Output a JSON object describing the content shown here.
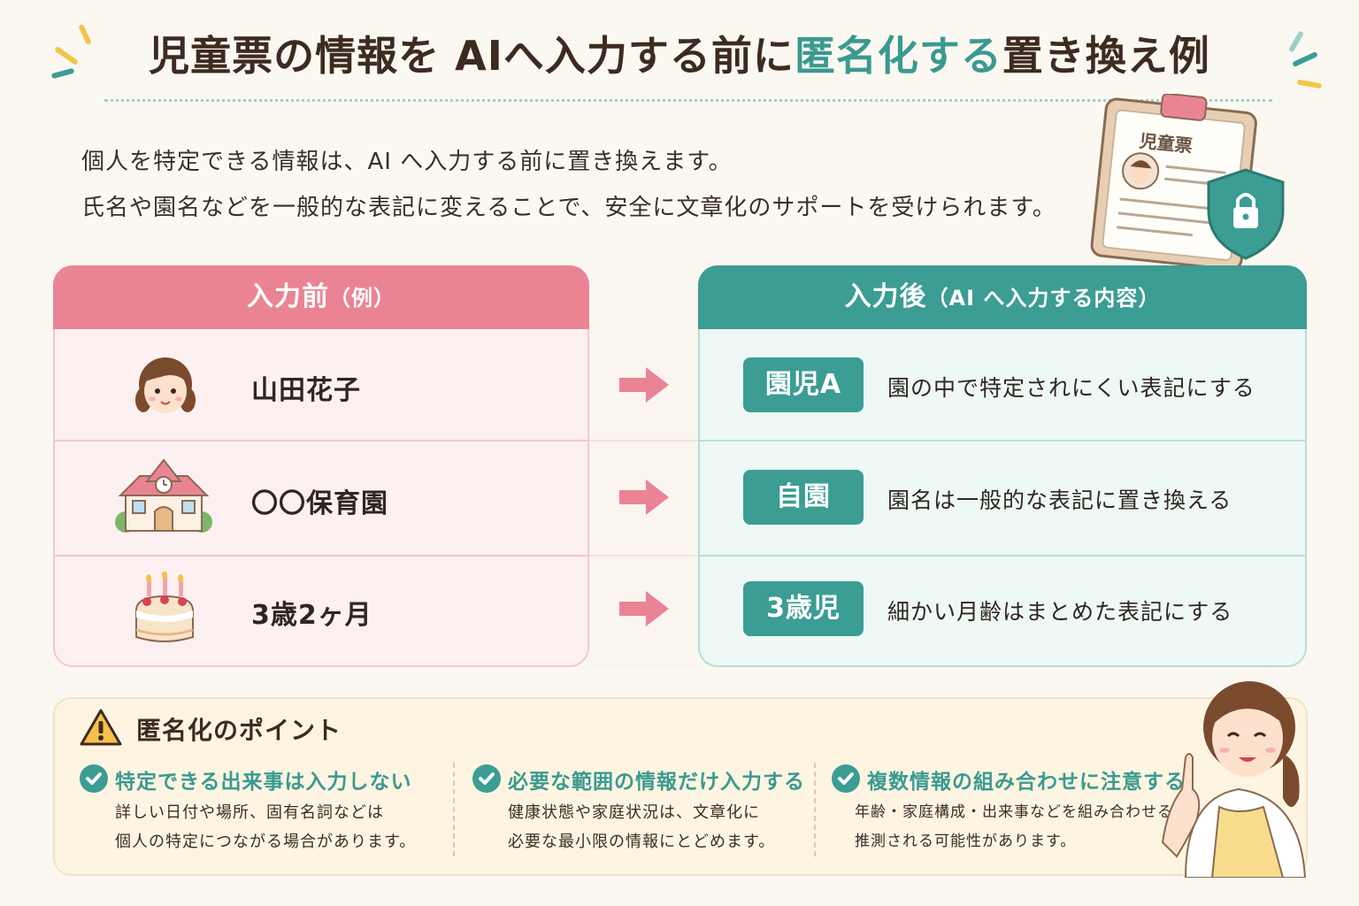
{
  "title": {
    "part1": "児童票の情報を AIへ入力する前に",
    "accent": "匿名化する",
    "part2": "置き換え例"
  },
  "intro": {
    "line1": "個人を特定できる情報は、AI へ入力する前に置き換えます。",
    "line2": "氏名や園名などを一般的な表記に変えることで、安全に文章化のサポートを受けられます。"
  },
  "clipboard": {
    "label": "児童票"
  },
  "table": {
    "before_header": "入力前",
    "before_header_note": "（例）",
    "after_header": "入力後",
    "after_header_note": "（AI へ入力する内容）",
    "rows": [
      {
        "icon": "girl-face-icon",
        "before": "山田花子",
        "after_badge": "園児A",
        "after_desc": "園の中で特定されにくい表記にする"
      },
      {
        "icon": "nursery-building-icon",
        "before": "〇〇保育園",
        "after_badge": "自園",
        "after_desc": "園名は一般的な表記に置き換える"
      },
      {
        "icon": "birthday-cake-icon",
        "before": "3歳2ヶ月",
        "after_badge": "3歳児",
        "after_desc": "細かい月齢はまとめた表記にする"
      }
    ]
  },
  "points": {
    "title": "匿名化のポイント",
    "items": [
      {
        "head": "特定できる出来事は入力しない",
        "body1": "詳しい日付や場所、固有名詞などは",
        "body2": "個人の特定につながる場合があります。"
      },
      {
        "head": "必要な範囲の情報だけ入力する",
        "body1": "健康状態や家庭状況は、文章化に",
        "body2": "必要な最小限の情報にとどめます。"
      },
      {
        "head": "複数情報の組み合わせに注意する",
        "body1": "年齢・家庭構成・出来事などを組み合わせると、",
        "body2": "推測される可能性があります。"
      }
    ]
  },
  "colors": {
    "pink": "#ea8494",
    "teal": "#3b9d93",
    "cream": "#fdf4e2"
  }
}
